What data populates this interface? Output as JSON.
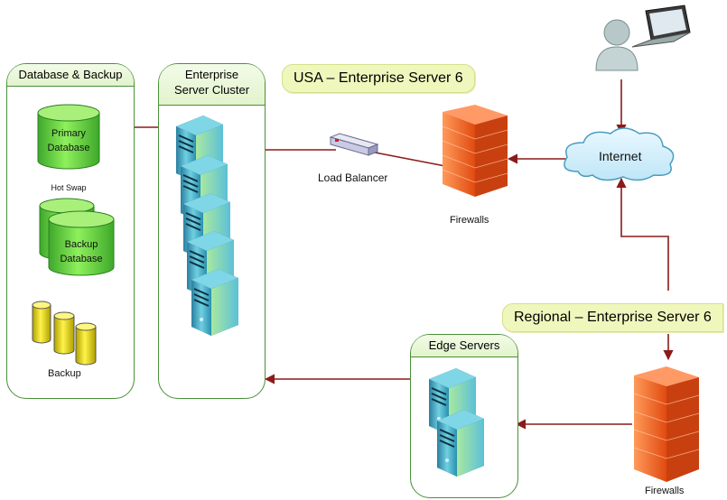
{
  "groups": {
    "database": {
      "title": "Database & Backup",
      "primary": "Primary\nDatabase",
      "hot_swap": "Hot Swap",
      "backup_db": "Backup\nDatabase",
      "backup": "Backup"
    },
    "cluster": {
      "title": "Enterprise\nServer Cluster"
    },
    "edge": {
      "title": "Edge Servers"
    }
  },
  "banners": {
    "usa": {
      "prefix": "USA",
      "dash": "–",
      "name": "Enterprise Server 6"
    },
    "regional": {
      "prefix": "Regional",
      "dash": "–",
      "name": "Enterprise Server 6"
    }
  },
  "nodes": {
    "load_balancer": "Load Balancer",
    "firewall_top": "Firewalls",
    "firewall_bottom": "Firewalls",
    "internet": "Internet"
  },
  "colors": {
    "connector": "#8b1a1a",
    "group_border": "#4a8f3a",
    "banner_fill": "#f0f7bd",
    "db_green": "#5fcf3f",
    "firewall_orange": "#f05a1e",
    "server_teal": "#4bb4c8",
    "backup_yellow": "#f5e200"
  },
  "icons": [
    "user-icon",
    "laptop-icon",
    "cloud-icon",
    "firewall-icon",
    "server-icon",
    "database-icon",
    "load-balancer-icon"
  ]
}
